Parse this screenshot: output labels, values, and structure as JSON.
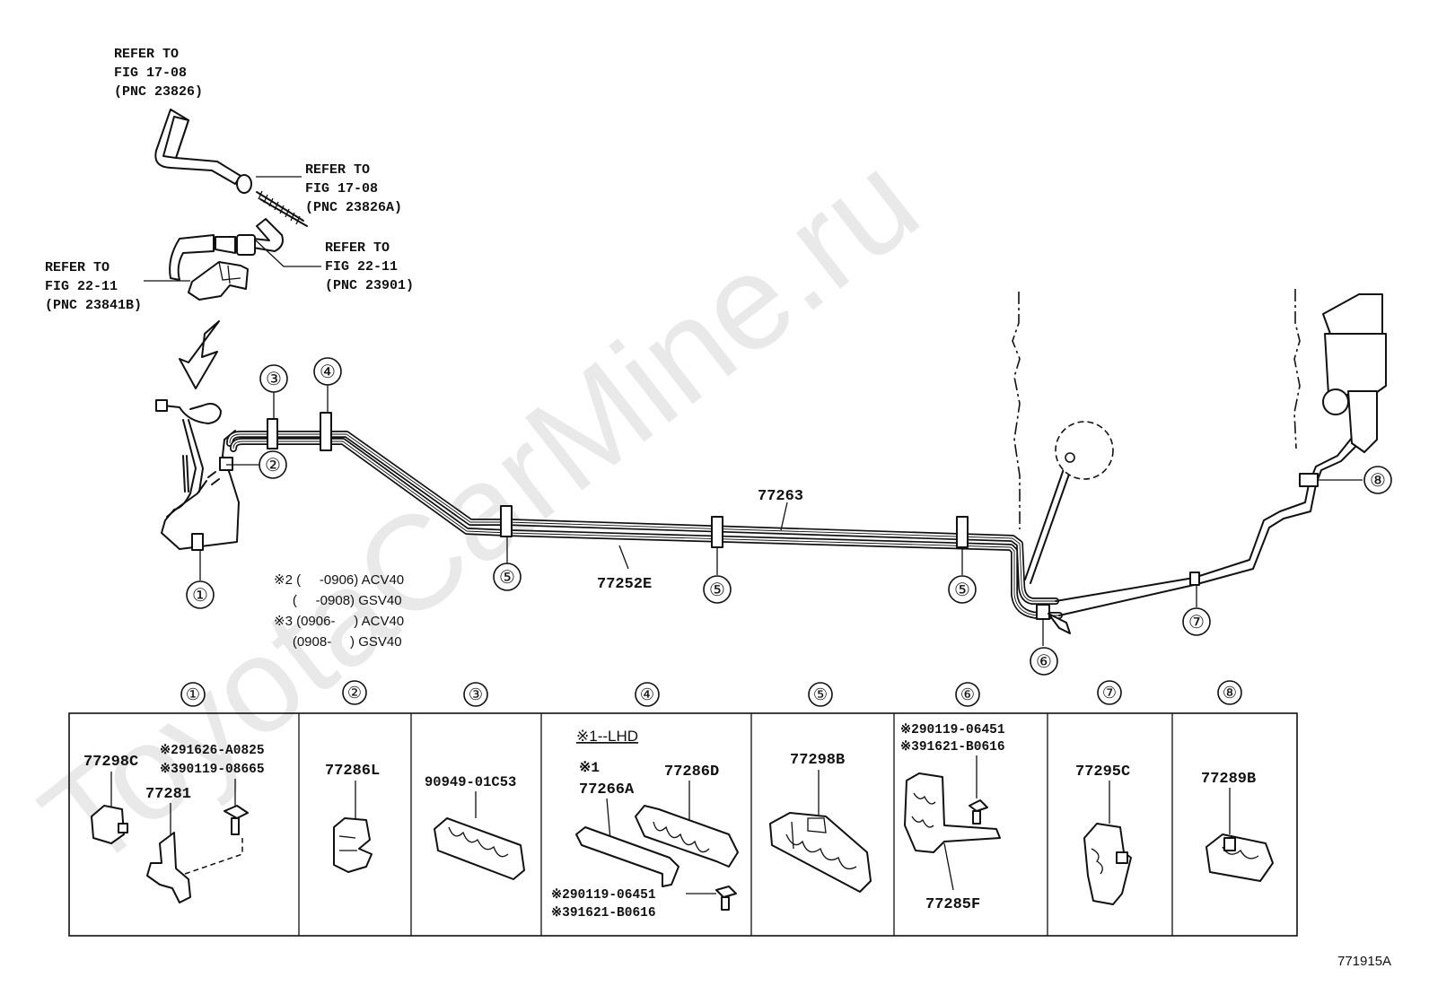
{
  "watermark": "ToyotaCarMine.ru",
  "refs": {
    "ref1": [
      "REFER TO",
      "FIG 17-08",
      "(PNC 23826)"
    ],
    "ref2": [
      "REFER TO",
      "FIG 17-08",
      "(PNC 23826A)"
    ],
    "ref3": [
      "REFER TO",
      "FIG 22-11",
      "(PNC 23901)"
    ],
    "ref4": [
      "REFER TO",
      "FIG 22-11",
      "(PNC 23841B)"
    ]
  },
  "callouts": {
    "c1": "①",
    "c2": "②",
    "c3": "③",
    "c4": "④",
    "c5": "⑤",
    "c6": "⑥",
    "c7": "⑦",
    "c8": "⑧"
  },
  "pipes": {
    "main_upper": "77263",
    "main_lower": "77252E"
  },
  "notes": [
    "※2 (     -0906) ACV40",
    "     (     -0908) GSV40",
    "※3 (0906-     ) ACV40",
    "     (0908-     ) GSV40"
  ],
  "table": {
    "cells": [
      {
        "head": "①",
        "parts": [
          "77298C",
          "77281"
        ],
        "notes": [
          "※291626-A0825",
          "※390119-08665"
        ]
      },
      {
        "head": "②",
        "parts": [
          "77286L"
        ]
      },
      {
        "head": "③",
        "parts": [
          "90949-01C53"
        ]
      },
      {
        "head": "④",
        "title": "※1--LHD",
        "mark": "※1",
        "parts": [
          "77266A",
          "77286D"
        ],
        "notes": [
          "※290119-06451",
          "※391621-B0616"
        ]
      },
      {
        "head": "⑤",
        "parts": [
          "77298B"
        ]
      },
      {
        "head": "⑥",
        "parts": [
          "77285F"
        ],
        "notes": [
          "※290119-06451",
          "※391621-B0616"
        ]
      },
      {
        "head": "⑦",
        "parts": [
          "77295C"
        ]
      },
      {
        "head": "⑧",
        "parts": [
          "77289B"
        ]
      }
    ]
  },
  "figure_id": "771915A"
}
